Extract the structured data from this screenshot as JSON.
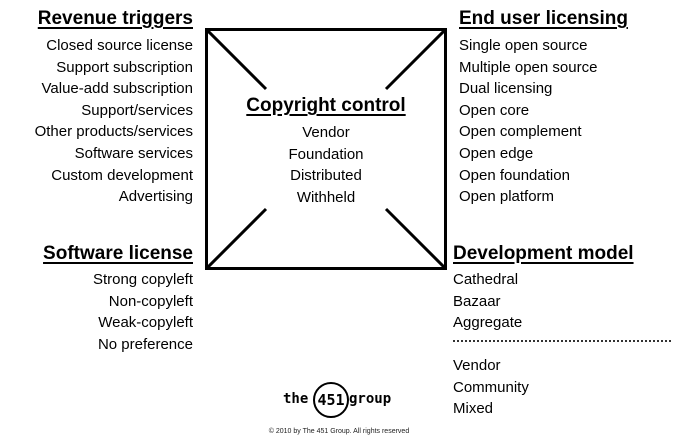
{
  "revenue_triggers": {
    "heading": "Revenue triggers",
    "items": [
      "Closed source license",
      "Support subscription",
      "Value-add subscription",
      "Support/services",
      "Other products/services",
      "Software services",
      "Custom development",
      "Advertising"
    ]
  },
  "end_user_licensing": {
    "heading": "End user licensing",
    "items": [
      "Single open source",
      "Multiple open source",
      "Dual licensing",
      "Open core",
      "Open complement",
      "Open edge",
      "Open foundation",
      "Open platform"
    ]
  },
  "copyright_control": {
    "heading": "Copyright control",
    "items": [
      "Vendor",
      "Foundation",
      "Distributed",
      "Withheld"
    ]
  },
  "software_license": {
    "heading": "Software license",
    "items": [
      "Strong copyleft",
      "Non-copyleft",
      "Weak-copyleft",
      "No preference"
    ]
  },
  "development_model": {
    "heading": "Development model",
    "items": [
      "Cathedral",
      "Bazaar",
      "Aggregate"
    ],
    "items_2": [
      "Vendor",
      "Community",
      "Mixed"
    ]
  },
  "logo": {
    "left": "the",
    "number": "451",
    "right": "group"
  },
  "copyright": "© 2010 by The 451 Group. All rights reserved"
}
